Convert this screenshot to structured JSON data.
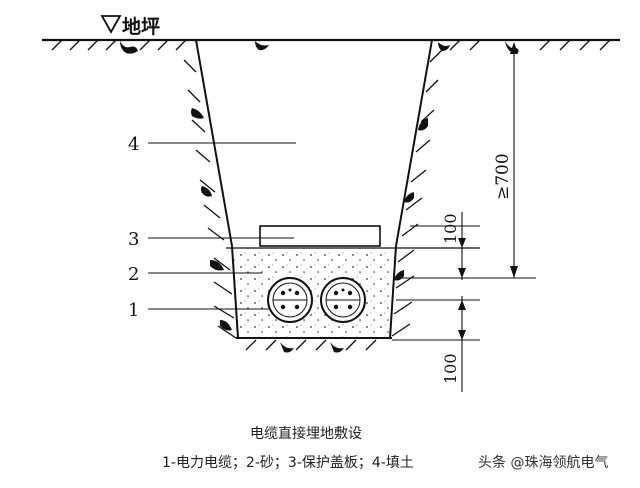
{
  "diagram": {
    "ground_label": "地坪",
    "depth_dimension": "≥700",
    "dim_top": "100",
    "dim_bottom": "100",
    "callouts": [
      "4",
      "3",
      "2",
      "1"
    ],
    "caption_title": "电缆直接埋地敷设",
    "caption_legend": "1-电力电缆；2-砂；3-保护盖板；4-填土",
    "watermark": "头条 @珠海领航电气"
  }
}
